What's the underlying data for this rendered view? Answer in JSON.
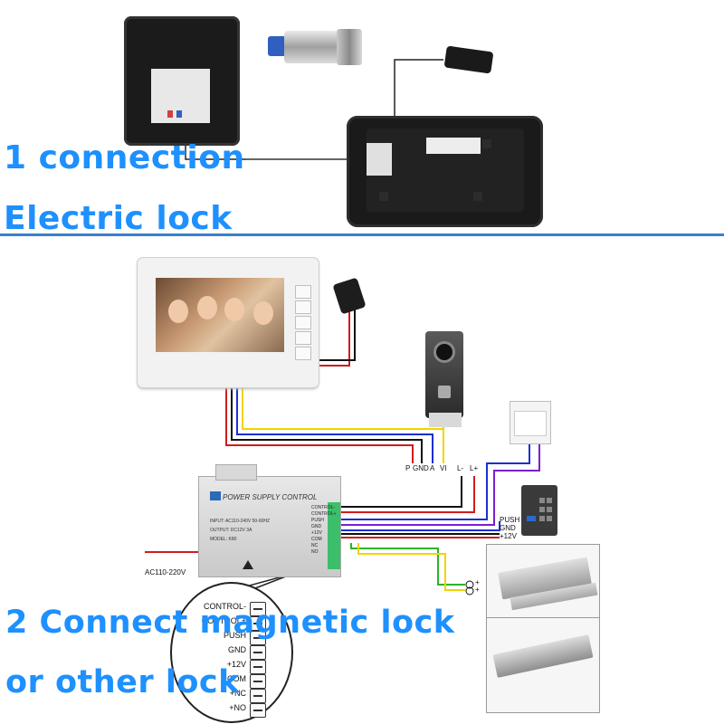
{
  "captions": {
    "top_line1": "1 connection",
    "top_line2": "Electric lock",
    "bottom_line1": "2 Connect magnetic lock",
    "bottom_line2": "or other lock"
  },
  "colors": {
    "caption": "#1e90ff",
    "divider": "#3a7fd0",
    "wire_red": "#d01c1c",
    "wire_yellow": "#f2d400",
    "wire_blue": "#1a2fd0",
    "wire_black": "#111111",
    "wire_green": "#2bb32b",
    "wire_purple": "#7a1fd0"
  },
  "icons": {
    "electric_lock": "electric-lock-icon",
    "power_adapter": "power-adapter-icon",
    "door_camera": "door-camera-icon",
    "exit_button": "exit-button-icon",
    "keypad": "access-keypad-icon",
    "magnetic_lock": "magnetic-lock-icon",
    "strike_lock": "strike-lock-icon"
  },
  "psu": {
    "title": "POWER SUPPLY CONTROL",
    "input": "INPUT: AC110-240V 50-60HZ",
    "output": "OUTPUT: DC12V 3A",
    "model": "MODEL: K80",
    "terminals": [
      "CONTROL-",
      "CONTROL+",
      "PUSH",
      "GND",
      "+12V",
      "COM",
      "NC",
      "NO"
    ]
  },
  "wire_labels": {
    "monitor": [
      "P",
      "GND",
      "A",
      "VI"
    ],
    "lock_l_minus": "L-",
    "lock_l_plus": "L+",
    "push": "PUSH",
    "gnd": "GND",
    "plus12": "+12V",
    "ac": "AC110-220V",
    "mag_plus_top": "+",
    "mag_plus_bottom": "+"
  },
  "zoom_terminals": [
    "CONTROL-",
    "CONTROL+",
    "PUSH",
    "GND",
    "+12V",
    "COM",
    "+NC",
    "+NO"
  ]
}
